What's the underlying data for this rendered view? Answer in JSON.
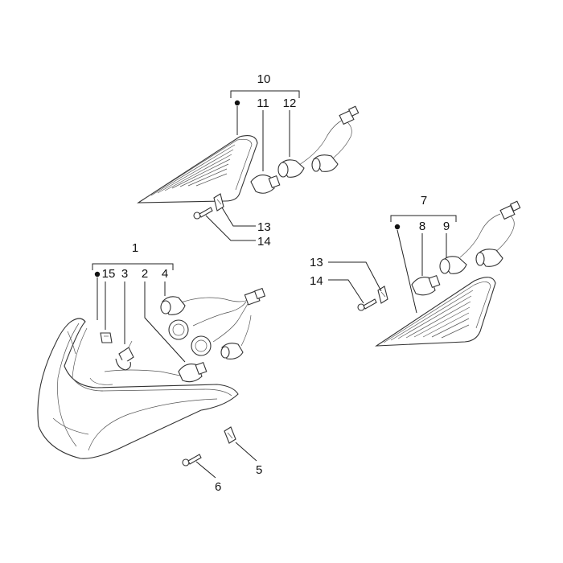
{
  "diagram": {
    "callouts": {
      "c1": "1",
      "c2": "2",
      "c3": "3",
      "c4": "4",
      "c5": "5",
      "c6": "6",
      "c7": "7",
      "c8": "8",
      "c9": "9",
      "c10": "10",
      "c11": "11",
      "c12": "12",
      "c13a": "13",
      "c14a": "14",
      "c13b": "13",
      "c14b": "14",
      "c15": "15"
    },
    "colors": {
      "line": "#222222",
      "background": "#ffffff"
    }
  }
}
